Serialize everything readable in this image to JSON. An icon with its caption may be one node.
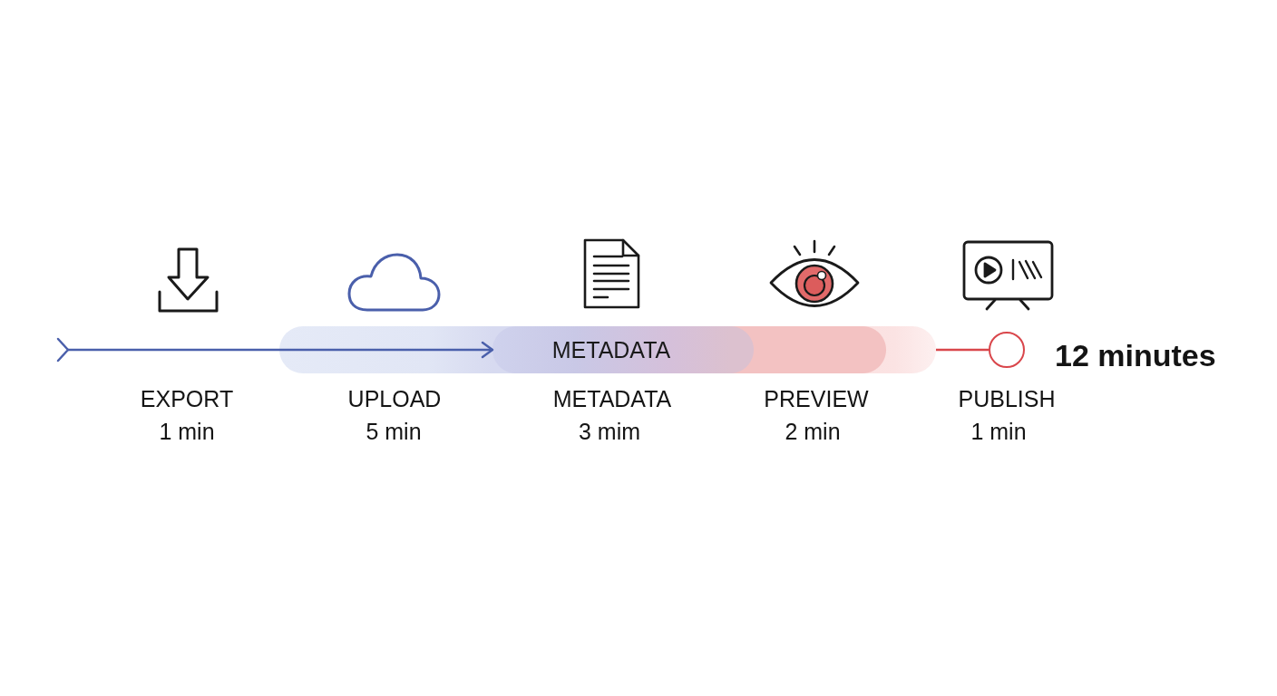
{
  "diagram": {
    "nodes": [
      {
        "text": [],
        "shape": "bar"
      },
      {
        "text": [
          "METADATA"
        ]
      },
      {
        "text": [],
        "shape": "bar"
      },
      {
        "text": [],
        "shape": "circle",
        "beside": [
          "12 minutes"
        ]
      }
    ],
    "edges": [
      {
        "from": null,
        "to": 1,
        "arrow": "to"
      },
      {
        "from": 2,
        "to": 3,
        "arrow": "none",
        "color": "#d9464b"
      }
    ],
    "labels": [
      "EXPORT",
      "1 min",
      "UPLOAD",
      "5 min",
      "METADATA",
      "3 mim",
      "PREVIEW",
      "2 min",
      "PUBLISH",
      "1 min"
    ]
  }
}
